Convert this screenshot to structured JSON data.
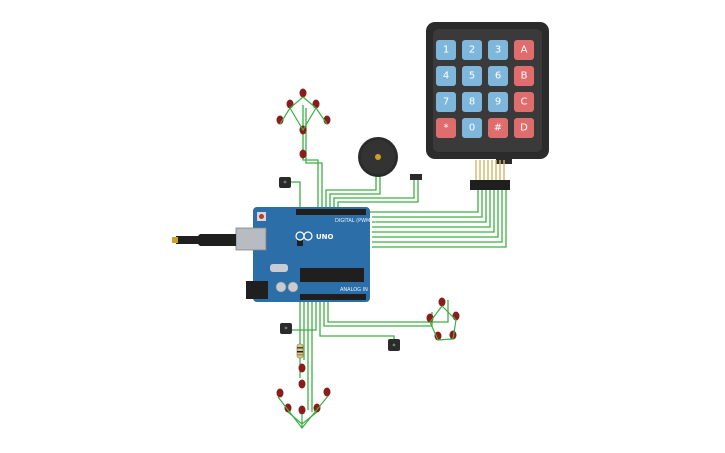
{
  "keypad": {
    "keys": [
      {
        "label": "1",
        "color": "#7fb7dc"
      },
      {
        "label": "2",
        "color": "#7fb7dc"
      },
      {
        "label": "3",
        "color": "#7fb7dc"
      },
      {
        "label": "A",
        "color": "#e06d6d"
      },
      {
        "label": "4",
        "color": "#7fb7dc"
      },
      {
        "label": "5",
        "color": "#7fb7dc"
      },
      {
        "label": "6",
        "color": "#7fb7dc"
      },
      {
        "label": "B",
        "color": "#e06d6d"
      },
      {
        "label": "7",
        "color": "#7fb7dc"
      },
      {
        "label": "8",
        "color": "#7fb7dc"
      },
      {
        "label": "9",
        "color": "#7fb7dc"
      },
      {
        "label": "C",
        "color": "#e06d6d"
      },
      {
        "label": "*",
        "color": "#e06d6d"
      },
      {
        "label": "0",
        "color": "#7fb7dc"
      },
      {
        "label": "#",
        "color": "#e06d6d"
      },
      {
        "label": "D",
        "color": "#e06d6d"
      }
    ]
  },
  "board": {
    "logo": "UNO",
    "brand_text": "DIGITAL (PWM~)",
    "analog_text": "ANALOG IN"
  },
  "colors": {
    "wire": "#3cb043",
    "led": "#8b1c1c",
    "board": "#2c6fa8",
    "keypad_frame": "#2b2b2b"
  }
}
